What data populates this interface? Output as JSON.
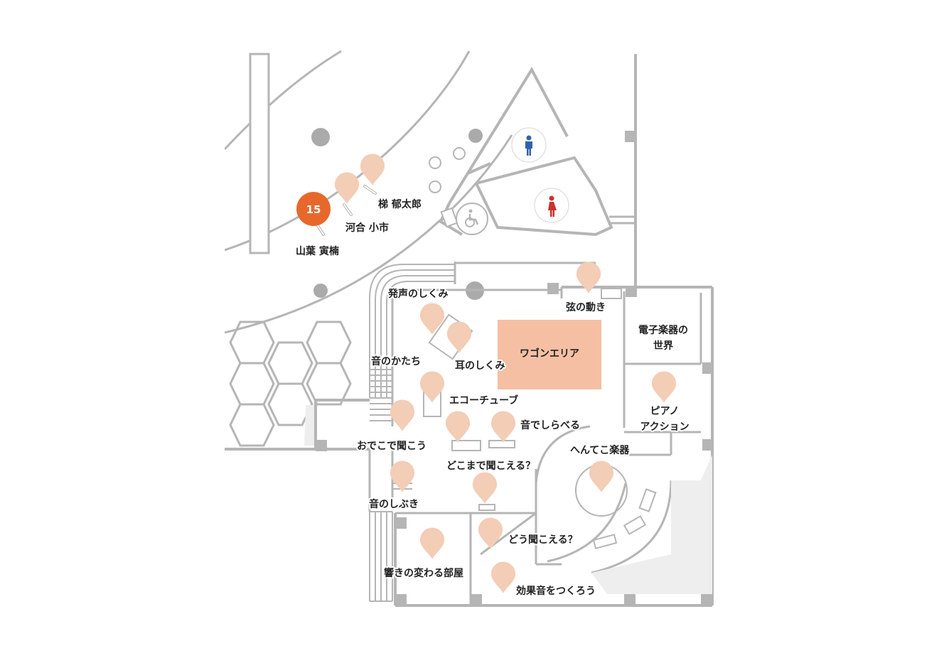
{
  "colors": {
    "wall": "#b5b5b5",
    "pin": "#f3cdb6",
    "wagon_area": "#f5bfa3",
    "active_badge": "#e8682c",
    "male_icon": "#2f63b0",
    "female_icon": "#c9332b"
  },
  "active_marker": {
    "number": "15"
  },
  "wagon_area": {
    "label": "ワゴンエリア"
  },
  "restroom": {
    "male": "male-toilet-icon",
    "female": "female-toilet-icon",
    "accessible": "wheelchair-icon"
  },
  "labels": {
    "kakehashi": "梯 郁太郎",
    "kawai": "河合 小市",
    "yamaha": "山葉 寅楠",
    "hassei": "発声のしくみ",
    "gen": "弦の動き",
    "denshi_1": "電子楽器の",
    "denshi_2": "世界",
    "oto_katachi": "音のかたち",
    "mimi": "耳のしくみ",
    "echo": "エコーチューブ",
    "piano_1": "ピアノ",
    "piano_2": "アクション",
    "oto_shiraberu": "音でしらべる",
    "odeko": "おでこで聞こう",
    "hentekoko": "へんてこ楽器",
    "dokomade": "どこまで聞こえる？",
    "shibuki": "音のしぶき",
    "dou": "どう聞こえる？",
    "hibiki": "響きの変わる部屋",
    "kouka": "効果音をつくろう"
  }
}
